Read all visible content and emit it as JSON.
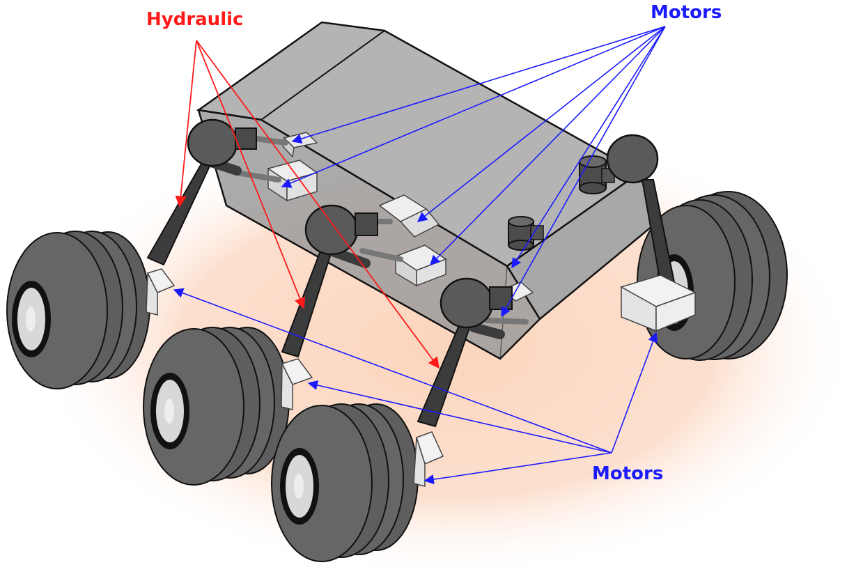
{
  "labels": {
    "hydraulic": "Hydraulic",
    "motors_top": "Motors",
    "motors_bottom": "Motors"
  },
  "colors": {
    "hydraulic_arrow": "#ff1a1a",
    "motor_arrow": "#1a1aff",
    "ground_glow": "#fbd9c4",
    "body_light": "#b4b4b4",
    "body_mid": "#9c9c9c",
    "tire": "#5e5e5e",
    "hub": "#d8d8d8",
    "leg": "#3c3c3c",
    "motor_box": "#ececec"
  },
  "icons": {
    "rover": "rover-illustration-icon",
    "wheel": "wheel-icon",
    "motor": "motor-box-icon",
    "hydraulic": "hydraulic-actuator-icon"
  }
}
